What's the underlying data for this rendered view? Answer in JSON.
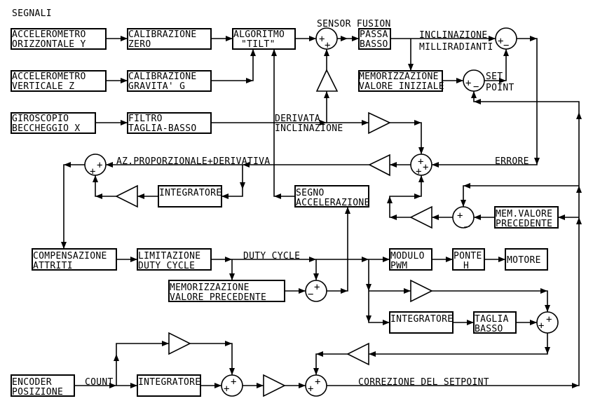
{
  "title": "SEGNALI",
  "blocks": {
    "acc_y": [
      "ACCELEROMETRO",
      "ORIZZONTALE Y"
    ],
    "acc_z": [
      "ACCELEROMETRO",
      "VERTICALE Z"
    ],
    "gyro_x": [
      "GIROSCOPIO",
      "BECCHEGGIO X"
    ],
    "cal_zero": [
      "CALIBRAZIONE",
      "ZERO"
    ],
    "cal_g": [
      "CALIBRAZIONE",
      "GRAVITA' G"
    ],
    "lowpass_filter": [
      "FILTRO",
      "TAGLIA-BASSO"
    ],
    "tilt": [
      "ALGORITMO",
      "\"TILT\""
    ],
    "passa_basso": [
      "PASSA",
      "BASSO"
    ],
    "mem_initial": [
      "MEMORIZZAZIONE",
      "VALORE INIZIALE"
    ],
    "integrator_pd": [
      "INTEGRATORE"
    ],
    "segno_acc": [
      "SEGNO",
      "ACCELERAZIONE"
    ],
    "mem_prev_val": [
      "MEM.VALORE",
      "PRECEDENTE"
    ],
    "comp_attriti": [
      "COMPENSAZIONE",
      "ATTRITI"
    ],
    "lim_duty": [
      "LIMITAZIONE",
      "DUTY CYCLE"
    ],
    "mem_prev_duty": [
      "MEMORIZZAZIONE",
      "VALORE PRECEDENTE"
    ],
    "pwm": [
      "MODULO",
      "PWM"
    ],
    "ponte_h": [
      "PONTE",
      "H"
    ],
    "motore": [
      "MOTORE"
    ],
    "integrator_duty": [
      "INTEGRATORE"
    ],
    "taglia_basso": [
      "TAGLIA",
      "BASSO"
    ],
    "encoder": [
      "ENCODER",
      "POSIZIONE"
    ],
    "integrator_enc": [
      "INTEGRATORE"
    ]
  },
  "labels": {
    "sensor_fusion": "SENSOR FUSION",
    "inclinazione": "INCLINAZIONE",
    "milliradianti": "MILLIRADIANTI",
    "set": "SET",
    "point": "POINT",
    "derivata": "DERIVATA",
    "inclinazione2": "INCLINAZIONE",
    "az_pd": "AZ.PROPORZIONALE+DERIVATIVA",
    "errore": "ERRORE",
    "duty_cycle": "DUTY CYCLE",
    "count": "COUNT",
    "correzione": "CORREZIONE DEL SETPOINT"
  },
  "signs": {
    "plus": "+",
    "minus": "−",
    "minus_low": "_"
  }
}
